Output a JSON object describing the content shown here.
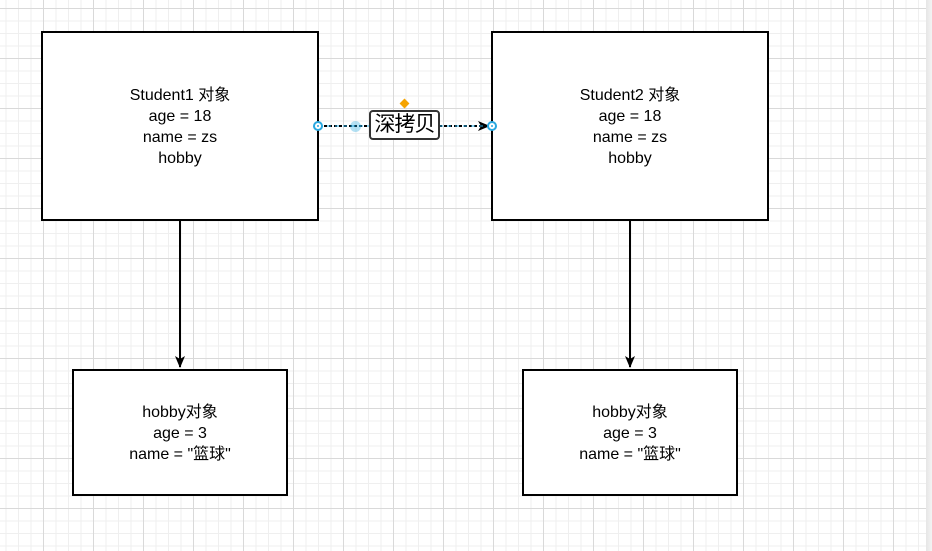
{
  "diagram": {
    "nodes": [
      {
        "id": "student1",
        "lines": [
          "Student1  对象",
          "age = 18",
          "name = zs",
          "hobby"
        ]
      },
      {
        "id": "student2",
        "lines": [
          "Student2  对象",
          "age = 18",
          "name = zs",
          "hobby"
        ]
      },
      {
        "id": "hobby1",
        "lines": [
          "hobby对象",
          "age = 3",
          "name = \"篮球\""
        ]
      },
      {
        "id": "hobby2",
        "lines": [
          "hobby对象",
          "age = 3",
          "name = \"篮球\""
        ]
      }
    ],
    "edges": [
      {
        "from": "student1",
        "to": "student2",
        "label": "深拷贝",
        "style": "dashed",
        "selected": true
      },
      {
        "from": "student1",
        "to": "hobby1",
        "label": "",
        "style": "solid"
      },
      {
        "from": "student2",
        "to": "hobby2",
        "label": "",
        "style": "solid"
      }
    ],
    "colors": {
      "stroke": "#000000",
      "selection": "#29a8e0",
      "label_handle": "#f5a300",
      "grid_major": "#d9d9d9",
      "grid_minor": "#efefef"
    }
  }
}
